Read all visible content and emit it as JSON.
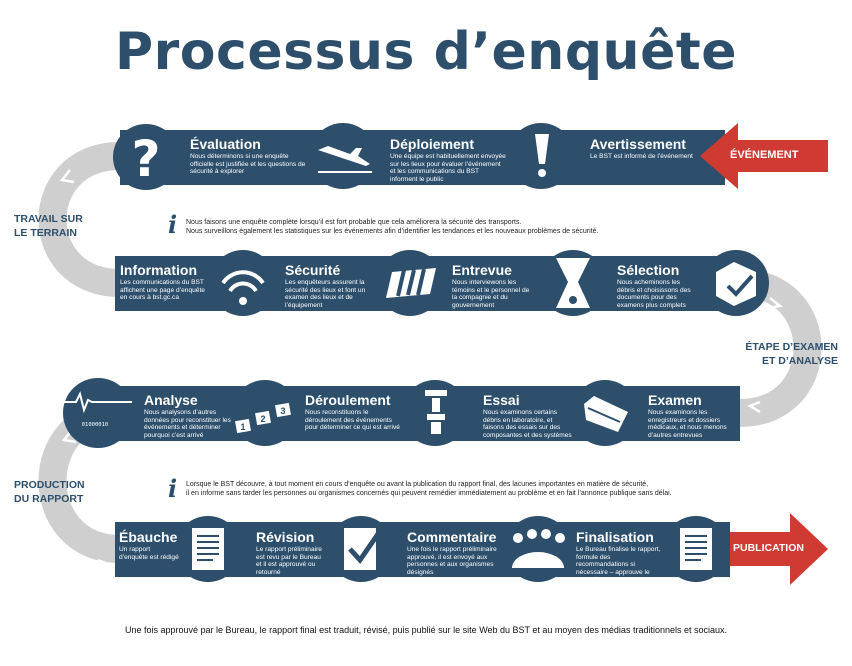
{
  "title": "Processus d’enquête",
  "labels": {
    "travail": [
      "TRAVAIL SUR",
      "LE TERRAIN"
    ],
    "etape": [
      "ÉTAPE D’EXAMEN",
      "ET D’ANALYSE"
    ],
    "production": [
      "PRODUCTION",
      "DU RAPPORT"
    ]
  },
  "arrows": {
    "evenement": "ÉVÉNEMENT",
    "publication": "PUBLICATION"
  },
  "steps": {
    "evaluation": {
      "title": "Évaluation",
      "text": "Nous déterminons si une enquête officielle est justifiée et les questions de sécurité à explorer"
    },
    "deploiement": {
      "title": "Déploiement",
      "text": "Une équipe est habituellement envoyée sur les lieux pour évaluer l’événement et les communications du BST informent le public"
    },
    "avertissement": {
      "title": "Avertissement",
      "text": "Le BST est informé de l’événement"
    },
    "information": {
      "title": "Information",
      "text": "Les communications du BST affichent une page d’enquête en cours à bst.gc.ca"
    },
    "securite": {
      "title": "Sécurité",
      "text": "Les enquêteurs assurent la sécurité des lieux et font un examen des lieux et de l’équipement"
    },
    "entrevue": {
      "title": "Entrevue",
      "text": "Nous interviewons les témoins et le personnel de la compagnie et du gouvernement"
    },
    "selection": {
      "title": "Sélection",
      "text": "Nous acheminons les débris et choisissons des documents pour des examens plus complets"
    },
    "analyse": {
      "title": "Analyse",
      "text": "Nous analysons d’autres données pour reconstituer les événements et déterminer pourquoi c’est arrivé"
    },
    "deroulement": {
      "title": "Déroulement",
      "text": "Nous reconstituons le déroulement des événements pour déterminer ce qui est arrivé"
    },
    "essai": {
      "title": "Essai",
      "text": "Nous examinons certains débris en laboratoire, et faisons des essais sur des composantes et des systèmes"
    },
    "examen": {
      "title": "Examen",
      "text": "Nous examinons les enregistreurs et dossiers médicaux, et nous menons d’autres entrevues"
    },
    "ebauche": {
      "title": "Ébauche",
      "text": "Un rapport d’enquête est rédigé"
    },
    "revision": {
      "title": "Révision",
      "text": "Le rapport préliminaire est revu par le Bureau et il est approuvé ou retourné"
    },
    "commentaire": {
      "title": "Commentaire",
      "text": "Une fois le rapport préliminaire approuvé, il est envoyé aux personnes et aux organismes désignés"
    },
    "finalisation": {
      "title": "Finalisation",
      "text": "Le Bureau finalise le rapport, formule des recommandations si nécessaire – approuve le rapport"
    }
  },
  "info1": [
    "Nous faisons une enquête complète lorsqu’il est fort probable que cela améliorera la sécurité des transports.",
    "Nous surveillons également les statistiques sur les événements afin d’identifier les tendances et les nouveaux problèmes de sécurité."
  ],
  "info2": [
    "Lorsque le BST découvre, à tout moment en cours d’enquête ou avant la publication du rapport final, des lacunes importantes en matière de sécurité,",
    "il en informe sans tarder les personnes ou organismes concernés qui peuvent remédier immédiatement au problème et en fait l’annonce publique sans délai."
  ],
  "info_glyph": "i",
  "binary_text": "01000010",
  "badges": [
    "1",
    "2",
    "3"
  ],
  "footer": "Une fois approuvé par le Bureau, le rapport final est traduit, révisé, puis publié sur le site Web du BST et au moyen des médias traditionnels et sociaux.",
  "colors": {
    "navy": "#2d4f6c",
    "gray": "#cfcfcf",
    "red": "#cf3a33"
  }
}
